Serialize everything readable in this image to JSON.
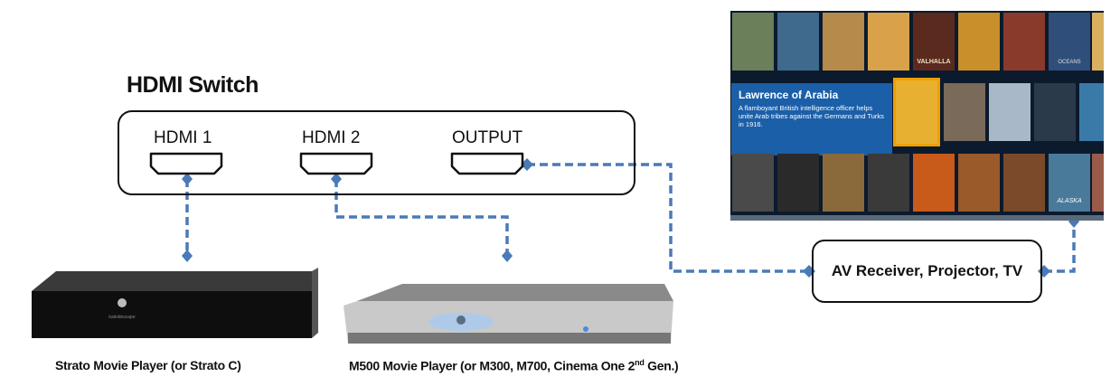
{
  "switch": {
    "title": "HDMI Switch",
    "ports": {
      "hdmi1": "HDMI 1",
      "hdmi2": "HDMI 2",
      "output": "OUTPUT"
    }
  },
  "receiver": {
    "label": "AV Receiver, Projector, TV"
  },
  "players": {
    "strato_caption": "Strato Movie Player (or Strato C)",
    "m500_caption_main": "M500 Movie Player (or M300, M700, Cinema One 2",
    "m500_caption_sup": "nd",
    "m500_caption_end": " Gen.)"
  },
  "screen": {
    "featured_title": "Lawrence of Arabia",
    "featured_desc": "A flamboyant British intelligence officer helps unite Arab tribes against the Germans and Turks in 1916.",
    "poster_labels": [
      "VALHALLA",
      "OCEANS",
      "ALASKA"
    ]
  },
  "colors": {
    "connector": "#4a7ab8",
    "featured_bg": "#1b5fa8",
    "screen_bg": "#0c1a2e"
  }
}
